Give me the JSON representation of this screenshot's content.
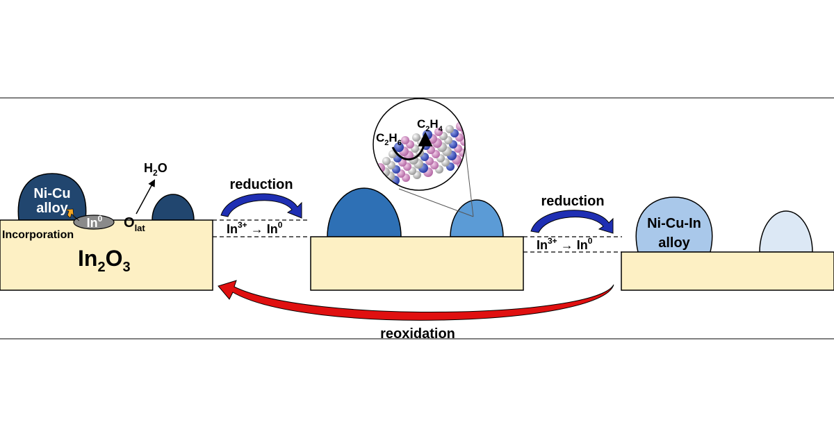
{
  "colors": {
    "support": "#fdf0c4",
    "particle_dark": "#21466f",
    "particle_mid": "#2e70b5",
    "particle_light": "#5b9bd6",
    "particle_pale": "#a9c8ea",
    "particle_palest": "#dce8f5",
    "in_oxide": "#8a8a8a",
    "arrow_blue": "#1f2fb3",
    "arrow_red": "#e01010",
    "arrow_orange": "#f5a623"
  },
  "labels": {
    "nicu_line1": "Ni-Cu",
    "nicu_line2": "alloy",
    "in0_base": "In",
    "in0_sup": "0",
    "incorporation": "Incorporation",
    "olat_base": "O",
    "olat_sub": "lat",
    "h2o_h": "H",
    "h2o_sub": "2",
    "h2o_o": "O",
    "in2o3_base": "In",
    "in2o3_sub1": "2",
    "in2o3_o": "O",
    "in2o3_sub2": "3",
    "reduction_1": "reduction",
    "reduction_2": "reduction",
    "in3_base_1": "In",
    "in3_sup_1": "3+",
    "arrow_1": " → In",
    "in0_sup_1": "0",
    "in3_base_2": "In",
    "in3_sup_2": "3+",
    "arrow_2": " → In",
    "in0_sup_2": "0",
    "c2h6_c": "C",
    "c2h6_sub1": "2",
    "c2h6_h": "H",
    "c2h6_sub2": "6",
    "c2h4_c": "C",
    "c2h4_sub1": "2",
    "c2h4_h": "H",
    "c2h4_sub2": "4",
    "nicuin_line1": "Ni-Cu-In",
    "nicuin_line2": "alloy",
    "reoxidation": "reoxidation"
  }
}
